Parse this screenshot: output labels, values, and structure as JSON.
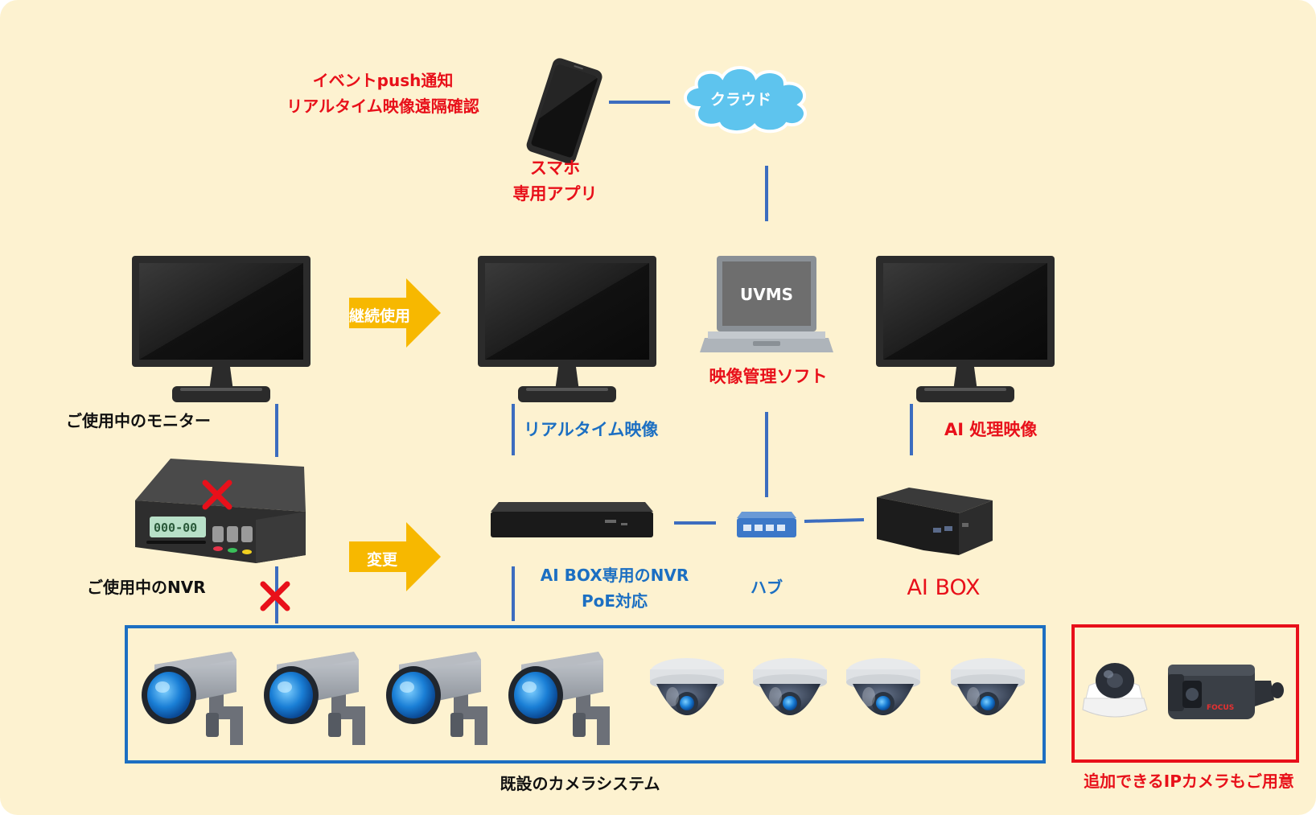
{
  "labels": {
    "push_line1": "イベントpush通知",
    "push_line2": "リアルタイム映像遠隔確認",
    "smartphone_line1": "スマホ",
    "smartphone_line2": "専用アプリ",
    "cloud": "クラウド",
    "uvms": "UVMS",
    "vms": "映像管理ソフト",
    "continue_use": "継続使用",
    "change": "変更",
    "monitor_in_use": "ご使用中のモニター",
    "nvr_in_use": "ご使用中のNVR",
    "realtime_video": "リアルタイム映像",
    "ai_video": "AI 処理映像",
    "nvr_line1": "AI BOX専用のNVR",
    "nvr_line2": "PoE対応",
    "hub": "ハブ",
    "aibox": "AI BOX",
    "existing_system": "既設のカメラシステム",
    "ip_cameras": "追加できるIPカメラもご用意",
    "nvr_display": "000-00",
    "camera_brand": "FOCUS"
  },
  "colors": {
    "background": "#fdf2d0",
    "connector": "#3c6dbf",
    "arrow": "#f7b800",
    "existing_box": "#1c6fc2",
    "ip_box": "#e8101a",
    "cross": "#e8101a"
  },
  "icons": {
    "smartphone": "smartphone-icon",
    "cloud": "cloud-icon",
    "monitor": "monitor-icon",
    "laptop": "laptop-icon",
    "nvr_old": "dvr-recorder-icon",
    "nvr_new": "nvr-recorder-icon",
    "hub": "network-hub-icon",
    "aibox": "ai-box-icon",
    "box_camera": "box-camera-icon",
    "dome_camera": "dome-camera-icon",
    "bullet_camera": "bullet-camera-icon",
    "cross": "cross-icon"
  }
}
